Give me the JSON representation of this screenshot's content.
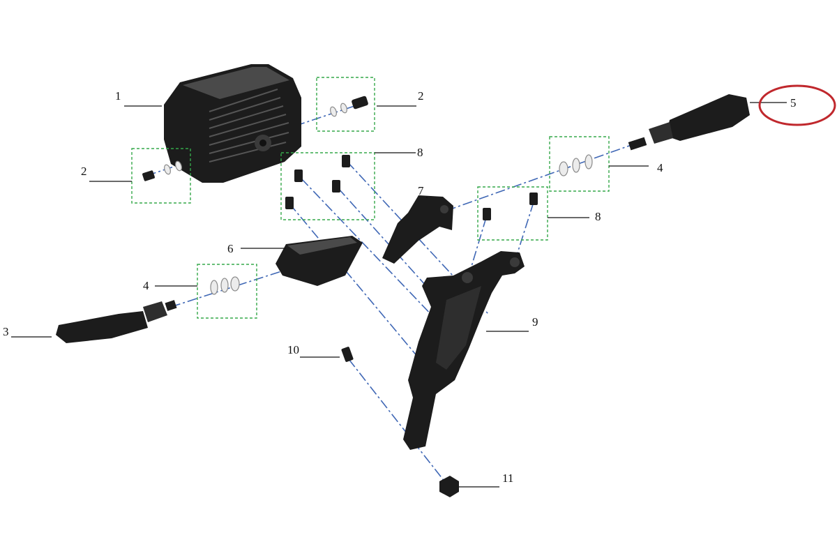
{
  "callouts": [
    {
      "id": "1",
      "label": "1"
    },
    {
      "id": "2a",
      "label": "2"
    },
    {
      "id": "2b",
      "label": "2"
    },
    {
      "id": "3",
      "label": "3"
    },
    {
      "id": "4a",
      "label": "4"
    },
    {
      "id": "4b",
      "label": "4"
    },
    {
      "id": "5",
      "label": "5"
    },
    {
      "id": "6",
      "label": "6"
    },
    {
      "id": "7",
      "label": "7"
    },
    {
      "id": "8a",
      "label": "8"
    },
    {
      "id": "8b",
      "label": "8"
    },
    {
      "id": "9",
      "label": "9"
    },
    {
      "id": "10",
      "label": "10"
    },
    {
      "id": "11",
      "label": "11"
    }
  ],
  "highlight": {
    "target": "5",
    "color": "#c0282d"
  },
  "colors": {
    "axis": "#3f67b5",
    "group_box": "#35a84a",
    "part": "#1c1c1c"
  }
}
